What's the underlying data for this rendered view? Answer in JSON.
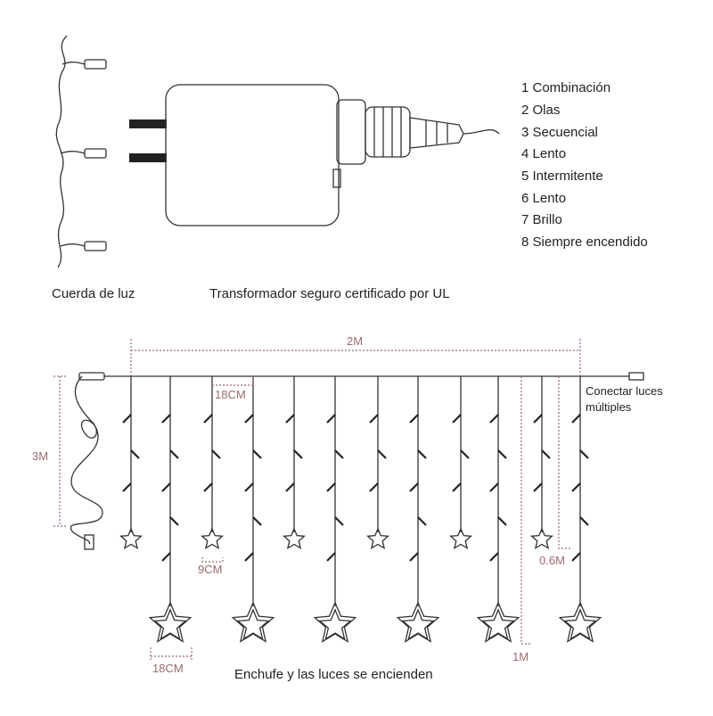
{
  "modes": [
    "1 Combinación",
    "2 Olas",
    "3 Secuencial",
    "4 Lento",
    "5 Intermitente",
    "6 Lento",
    "7 Brillo",
    "8 Siempre encendido"
  ],
  "labels": {
    "light_string": "Cuerda de luz",
    "transformer": "Transformador seguro certificado por UL",
    "connect_line1": "Conectar luces",
    "connect_line2": "múltiples",
    "plug_caption": "Enchufe y las luces se encienden"
  },
  "dimensions": {
    "width": "2M",
    "lead_length": "3M",
    "spacing": "18CM",
    "small_star": "9CM",
    "large_star": "18CM",
    "short_strand": "0.6M",
    "long_strand": "1M"
  },
  "colors": {
    "line": "#333333",
    "dimension": "#9a6a6e"
  }
}
